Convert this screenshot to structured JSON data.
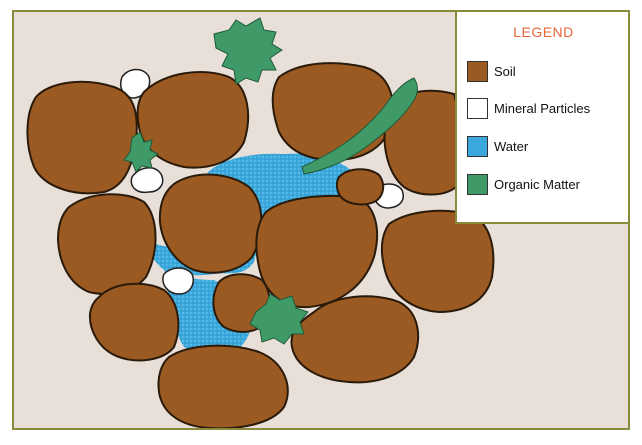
{
  "legend": {
    "title": "LEGEND",
    "items": [
      {
        "label": "Soil",
        "color": "#9b5a22",
        "icon": "soil-swatch"
      },
      {
        "label": "Mineral Particles",
        "color": "#ffffff",
        "icon": "mineral-swatch"
      },
      {
        "label": "Water",
        "color": "#3aa8dc",
        "icon": "water-swatch"
      },
      {
        "label": "Organic Matter",
        "color": "#3f9a68",
        "icon": "organic-swatch"
      }
    ]
  },
  "colors": {
    "soil": "#9b5a22",
    "soil_outline": "#2a1a0a",
    "mineral": "#ffffff",
    "water": "#3aa8dc",
    "organic": "#3f9a68",
    "background": "#e8e0d8",
    "frame": "#8a8a3c",
    "legend_title": "#e8663a"
  }
}
